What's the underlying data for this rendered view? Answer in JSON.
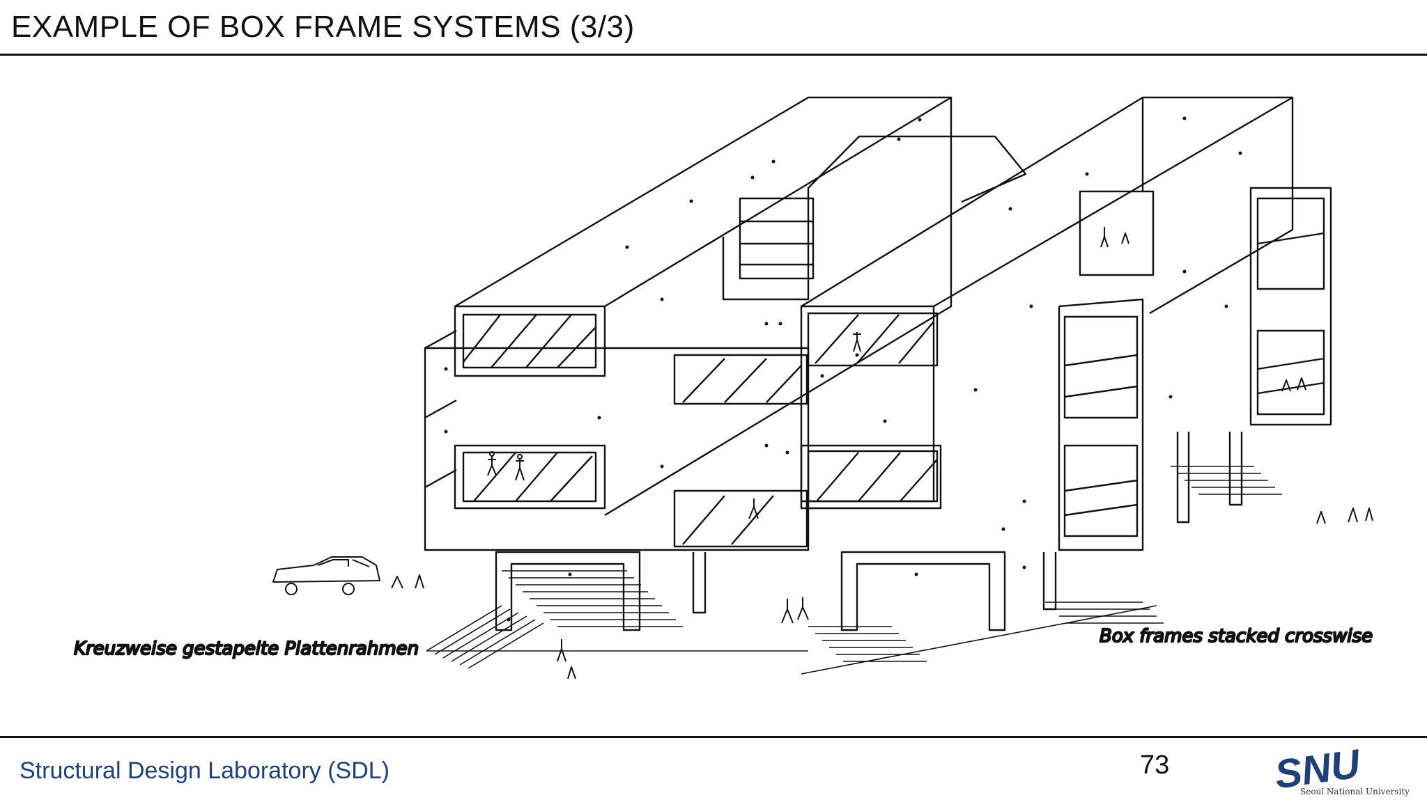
{
  "slide": {
    "title": "EXAMPLE OF BOX FRAME SYSTEMS (3/3)",
    "footer": "Structural Design Laboratory (SDL)",
    "page_number": "73"
  },
  "figure": {
    "caption_left": "Kreuzweise gestapelte Plattenrahmen",
    "caption_right": "Box frames stacked crosswise"
  },
  "logo": {
    "text": "SNU",
    "subtext": "Seoul National University",
    "color": "#1f3f78"
  }
}
